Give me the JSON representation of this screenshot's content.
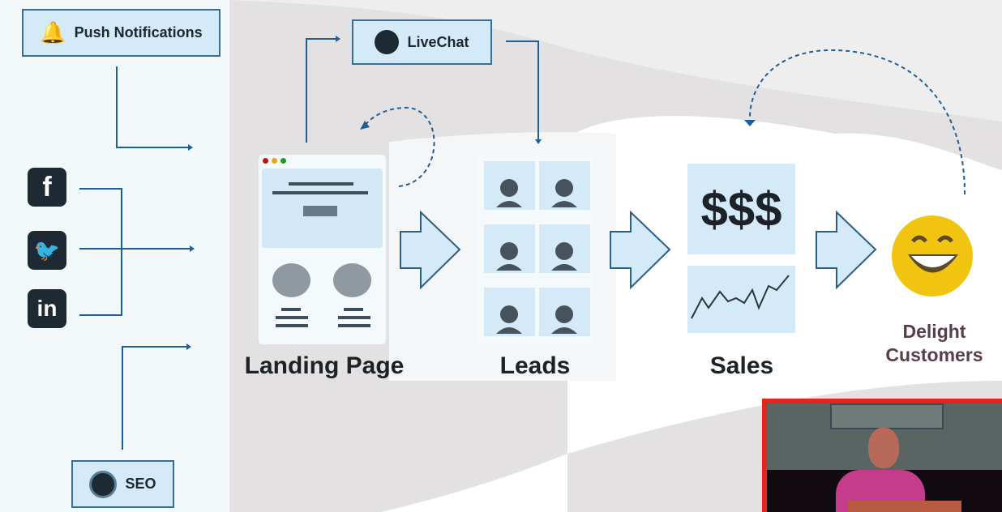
{
  "sources": {
    "push": "Push Notifications",
    "livechat": "LiveChat",
    "seo": "SEO",
    "social": [
      "facebook",
      "twitter",
      "linkedin"
    ]
  },
  "stages": {
    "landing": "Landing Page",
    "leads": "Leads",
    "sales": "Sales",
    "sales_symbol": "$$$",
    "delight_line1": "Delight",
    "delight_line2": "Customers"
  },
  "colors": {
    "accent": "#1f5f99",
    "box_fill": "#d5eaf8",
    "smiley": "#f1c40f",
    "inset_border": "#e8241a"
  }
}
